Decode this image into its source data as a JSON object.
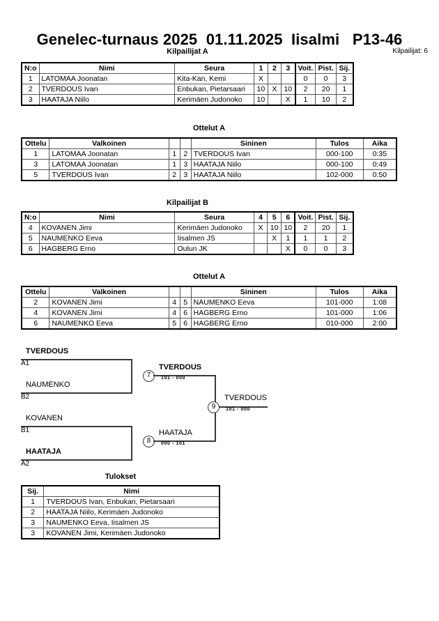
{
  "header": {
    "title": "Genelec-turnaus 2025  01.11.2025  Iisalmi   P13-46",
    "competitor_count": "Kilpailijat: 6"
  },
  "captions": {
    "pool_a": "Kilpailijat A",
    "matches_a": "Ottelut A",
    "pool_b": "Kilpailijat B",
    "matches_b": "Ottelut A",
    "results": "Tulokset"
  },
  "pool_a": {
    "headers": [
      "N:o",
      "Nimi",
      "Seura",
      "1",
      "2",
      "3",
      "Voit.",
      "Pist.",
      "Sij."
    ],
    "rows": [
      {
        "no": "1",
        "name": "LATOMAA Joonatan",
        "club": "Kita-Kan, Kemi",
        "m1": "X",
        "m2": "",
        "m3": "",
        "wins": "0",
        "points": "0",
        "rank": "3"
      },
      {
        "no": "2",
        "name": "TVERDOUS Ivan",
        "club": "Enbukan, Pietarsaari",
        "m1": "10",
        "m2": "X",
        "m3": "10",
        "wins": "2",
        "points": "20",
        "rank": "1"
      },
      {
        "no": "3",
        "name": "HAATAJA Niilo",
        "club": "Kerimäen Judonoko",
        "m1": "10",
        "m2": "",
        "m3": "X",
        "wins": "1",
        "points": "10",
        "rank": "2"
      }
    ]
  },
  "matches_a": {
    "headers": [
      "Ottelu",
      "Valkoinen",
      "",
      "",
      "Sininen",
      "Tulos",
      "Aika"
    ],
    "rows": [
      {
        "match": "1",
        "white": "LATOMAA Joonatan",
        "white_bold": false,
        "wno": "1",
        "bno": "2",
        "blue": "TVERDOUS Ivan",
        "blue_bold": true,
        "result": "000-100",
        "time": "0:35"
      },
      {
        "match": "3",
        "white": "LATOMAA Joonatan",
        "white_bold": false,
        "wno": "1",
        "bno": "3",
        "blue": "HAATAJA Niilo",
        "blue_bold": true,
        "result": "000-100",
        "time": "0:49"
      },
      {
        "match": "5",
        "white": "TVERDOUS Ivan",
        "white_bold": true,
        "wno": "2",
        "bno": "3",
        "blue": "HAATAJA Niilo",
        "blue_bold": false,
        "result": "102-000",
        "time": "0:50"
      }
    ]
  },
  "pool_b": {
    "headers": [
      "N:o",
      "Nimi",
      "Seura",
      "4",
      "5",
      "6",
      "Voit.",
      "Pist.",
      "Sij."
    ],
    "rows": [
      {
        "no": "4",
        "name": "KOVANEN Jimi",
        "club": "Kerimäen Judonoko",
        "m1": "X",
        "m2": "10",
        "m3": "10",
        "wins": "2",
        "points": "20",
        "rank": "1"
      },
      {
        "no": "5",
        "name": "NAUMENKO Eeva",
        "club": "Iisalmen JS",
        "m1": "",
        "m2": "X",
        "m3": "1",
        "wins": "1",
        "points": "1",
        "rank": "2"
      },
      {
        "no": "6",
        "name": "HAGBERG Erno",
        "club": "Oulun JK",
        "m1": "",
        "m2": "",
        "m3": "X",
        "wins": "0",
        "points": "0",
        "rank": "3"
      }
    ]
  },
  "matches_b": {
    "headers": [
      "Ottelu",
      "Valkoinen",
      "",
      "",
      "Sininen",
      "Tulos",
      "Aika"
    ],
    "rows": [
      {
        "match": "2",
        "white": "KOVANEN Jimi",
        "white_bold": true,
        "wno": "4",
        "bno": "5",
        "blue": "NAUMENKO Eeva",
        "blue_bold": false,
        "result": "101-000",
        "time": "1:08"
      },
      {
        "match": "4",
        "white": "KOVANEN Jimi",
        "white_bold": true,
        "wno": "4",
        "bno": "6",
        "blue": "HAGBERG Erno",
        "blue_bold": false,
        "result": "101-000",
        "time": "1:06"
      },
      {
        "match": "6",
        "white": "NAUMENKO Eeva",
        "white_bold": true,
        "wno": "5",
        "bno": "6",
        "blue": "HAGBERG Erno",
        "blue_bold": false,
        "result": "010-000",
        "time": "2:00"
      }
    ]
  },
  "bracket": {
    "entrants": [
      {
        "name": "TVERDOUS",
        "seed": "A1",
        "bold": true
      },
      {
        "name": "NAUMENKO",
        "seed": "B2",
        "bold": false
      },
      {
        "name": "KOVANEN",
        "seed": "B1",
        "bold": false
      },
      {
        "name": "HAATAJA",
        "seed": "A2",
        "bold": true
      }
    ],
    "semifinal_1": {
      "number": "7",
      "winner": "TVERDOUS",
      "score": "101 - 000",
      "bold": true
    },
    "semifinal_2": {
      "number": "8",
      "winner": "HAATAJA",
      "score": "000 - 101",
      "bold": false
    },
    "final": {
      "number": "9",
      "winner": "TVERDOUS",
      "score": "101 - 000",
      "bold": false
    }
  },
  "results": {
    "headers": [
      "Sij.",
      "Nimi"
    ],
    "rows": [
      {
        "rank": "1",
        "name": "TVERDOUS Ivan, Enbukan, Pietarsaari"
      },
      {
        "rank": "2",
        "name": "HAATAJA Niilo, Kerimäen Judonoko"
      },
      {
        "rank": "3",
        "name": "NAUMENKO Eeva, Iisalmen JS"
      },
      {
        "rank": "3",
        "name": "KOVANEN Jimi, Kerimäen Judonoko"
      }
    ]
  }
}
